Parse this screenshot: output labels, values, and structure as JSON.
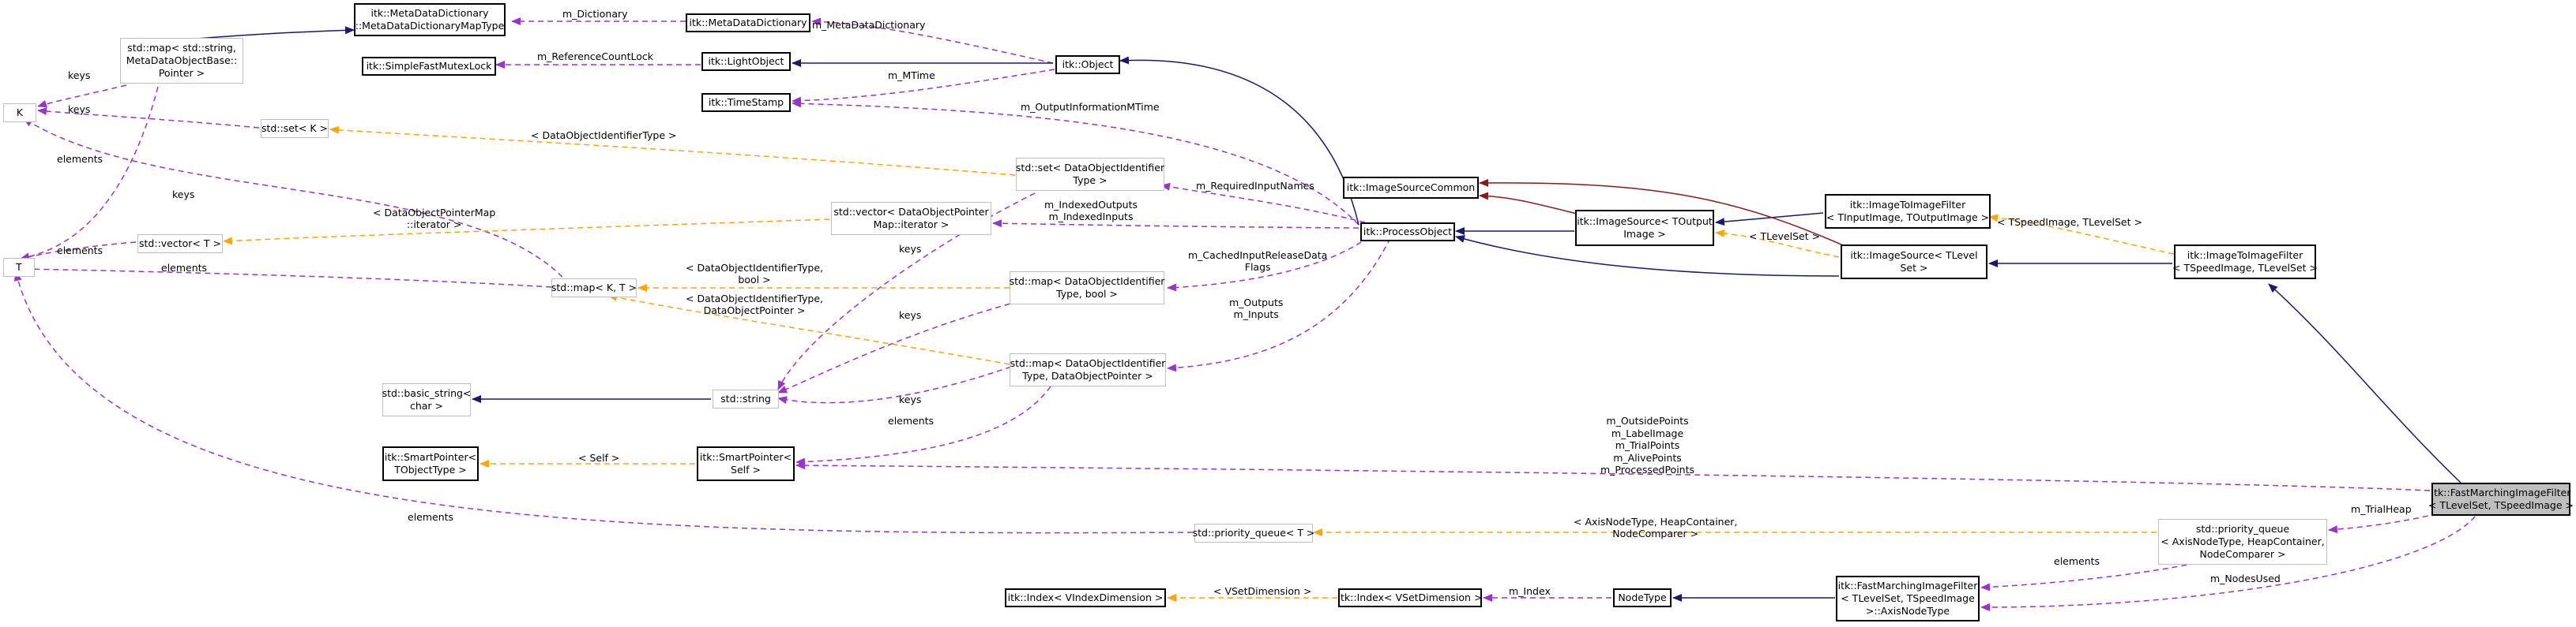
{
  "colors": {
    "inherit": "#191970",
    "usage": "#9a32cd",
    "template": "#ffa500",
    "private_inherit": "#8b1a1a"
  },
  "nodes": {
    "metadict_map": [
      "itk::MetaDataDictionary",
      "::MetaDataDictionaryMapType"
    ],
    "metadict": [
      "itk::MetaDataDictionary"
    ],
    "stdmap_string": [
      "std::map< std::string,",
      "MetaDataObjectBase::",
      "Pointer >"
    ],
    "sfmutex": [
      "itk::SimpleFastMutexLock"
    ],
    "lightobject": [
      "itk::LightObject"
    ],
    "object": [
      "itk::Object"
    ],
    "timestamp": [
      "itk::TimeStamp"
    ],
    "K": [
      "K"
    ],
    "stdset_K": [
      "std::set< K >"
    ],
    "stdset_doid": [
      "std::set< DataObjectIdentifier",
      "Type >"
    ],
    "stdvector_dop": [
      "std::vector< DataObjectPointer",
      "Map::iterator >"
    ],
    "stdvector_T": [
      "std::vector< T >"
    ],
    "T": [
      "T"
    ],
    "stdmap_KT": [
      "std::map< K, T >"
    ],
    "stdmap_bool": [
      "std::map< DataObjectIdentifier",
      "Type, bool >"
    ],
    "stdmap_dop": [
      "std::map< DataObjectIdentifier",
      "Type, DataObjectPointer >"
    ],
    "basic_string": [
      "std::basic_string<",
      "char >"
    ],
    "stdstring": [
      "std::string"
    ],
    "smartptr_T": [
      "itk::SmartPointer<",
      "TObjectType >"
    ],
    "smartptr_self": [
      "itk::SmartPointer<",
      "Self >"
    ],
    "imgsrc_common": [
      "itk::ImageSourceCommon"
    ],
    "imgsrc_tout": [
      "itk::ImageSource< TOutput",
      "Image >"
    ],
    "processobject": [
      "itk::ProcessObject"
    ],
    "img2img_in_out": [
      "itk::ImageToImageFilter",
      "< TInputImage, TOutputImage >"
    ],
    "imgsrc_tlevel": [
      "itk::ImageSource< TLevel",
      "Set >"
    ],
    "img2img_speed": [
      "itk::ImageToImageFilter",
      "< TSpeedImage, TLevelSet >"
    ],
    "fmm": [
      "itk::FastMarchingImageFilter",
      "< TLevelSet, TSpeedImage >"
    ],
    "pq_T": [
      "std::priority_queue< T >"
    ],
    "pq_axis": [
      "std::priority_queue",
      "< AxisNodeType, HeapContainer,",
      "NodeComparer >"
    ],
    "index_vindex": [
      "itk::Index< VIndexDimension >"
    ],
    "index_vset": [
      "itk::Index< VSetDimension >"
    ],
    "nodetype": [
      "NodeType"
    ],
    "fmm_axis": [
      "itk::FastMarchingImageFilter",
      "< TLevelSet, TSpeedImage",
      ">::AxisNodeType"
    ]
  },
  "edge_labels": {
    "m_dictionary": [
      "m_Dictionary"
    ],
    "m_metadatadictionary": [
      "m_MetaDataDictionary"
    ],
    "keys_stdmap": [
      "keys"
    ],
    "elements_stdmap": [
      "elements"
    ],
    "m_referencecountlock": [
      "m_ReferenceCountLock"
    ],
    "m_mtime": [
      "m_MTime"
    ],
    "keys_set": [
      "keys"
    ],
    "m_outputinformationmtime": [
      "m_OutputInformationMTime"
    ],
    "doid_type": [
      "< DataObjectIdentifierType >"
    ],
    "keys_map": [
      "keys"
    ],
    "m_requiredinputnames": [
      "m_RequiredInputNames"
    ],
    "dopm_iterator": [
      "< DataObjectPointerMap",
      "::iterator >"
    ],
    "m_indexed": [
      "m_IndexedOutputs",
      "m_IndexedInputs"
    ],
    "elements_vec": [
      "elements"
    ],
    "elements_map": [
      "elements"
    ],
    "keys_set_doid": [
      "keys"
    ],
    "m_cached": [
      "m_CachedInputReleaseData",
      "Flags"
    ],
    "doid_bool": [
      "< DataObjectIdentifierType,",
      "bool >"
    ],
    "doid_dop": [
      "< DataObjectIdentifierType,",
      "DataObjectPointer >"
    ],
    "m_outputs_inputs": [
      "m_Outputs",
      "m_Inputs"
    ],
    "keys_bool": [
      "keys"
    ],
    "keys_dop": [
      "keys"
    ],
    "elements_dop": [
      "elements"
    ],
    "self": [
      "< Self >"
    ],
    "tlevelset": [
      "< TLevelSet >"
    ],
    "tspeed_tlevel": [
      "< TSpeedImage, TLevelSet >"
    ],
    "fmm_members": [
      "m_OutsidePoints",
      "m_LabelImage",
      "m_TrialPoints",
      "m_AlivePoints",
      "m_ProcessedPoints"
    ],
    "elements_pq": [
      "elements"
    ],
    "axis_heap": [
      "< AxisNodeType, HeapContainer,",
      "NodeComparer >"
    ],
    "m_trialheap": [
      "m_TrialHeap"
    ],
    "elements_axis": [
      "elements"
    ],
    "vset_dimension": [
      "< VSetDimension >"
    ],
    "m_index": [
      "m_Index"
    ],
    "m_nodesused": [
      "m_NodesUsed"
    ]
  }
}
